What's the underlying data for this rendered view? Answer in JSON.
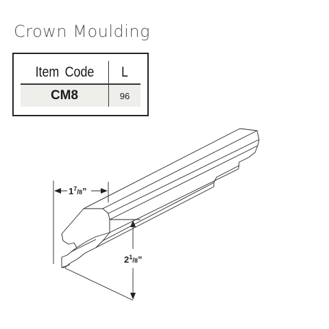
{
  "title": "Crown Moulding",
  "table": {
    "headers": [
      "Item Code",
      "L"
    ],
    "rows": [
      {
        "item_code": "CM8",
        "length": "96"
      }
    ]
  },
  "dimensions": {
    "width_whole": "1",
    "width_num": "7",
    "width_den": "8",
    "width_unit": "”",
    "height_whole": "2",
    "height_num": "1",
    "height_den": "8",
    "height_unit": "”"
  },
  "colors": {
    "title_text": "#555555",
    "table_highlight": "#eeeeea",
    "line": "#222222"
  }
}
